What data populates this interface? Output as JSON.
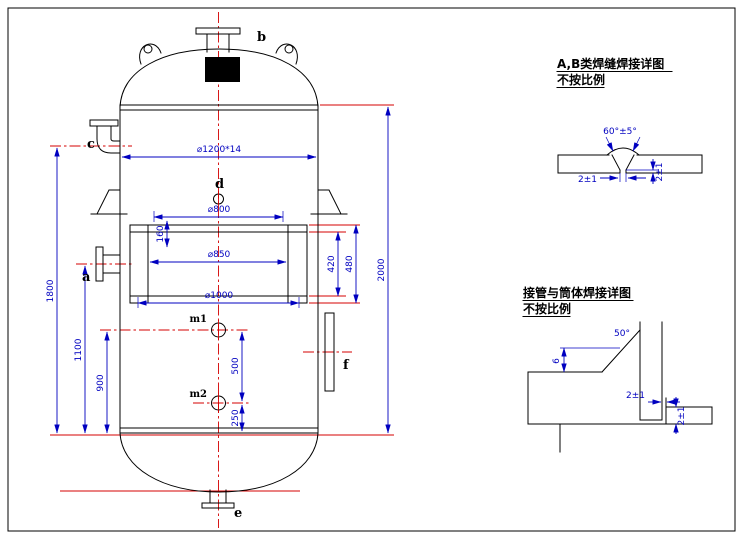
{
  "vessel": {
    "labels": {
      "a": "a",
      "b": "b",
      "c": "c",
      "d": "d",
      "e": "e",
      "f": "f",
      "m1": "m1",
      "m2": "m2"
    },
    "dims": {
      "shell_spec": "⌀1200*14",
      "dia_800": "⌀800",
      "dia_850": "⌀850",
      "dia_1000": "⌀1000",
      "len_160": "160",
      "len_420": "420",
      "len_480": "480",
      "len_500": "500",
      "len_250": "250",
      "len_900": "900",
      "len_1100": "1100",
      "len_1800": "1800",
      "len_2000": "2000"
    }
  },
  "detail_ab": {
    "title": "A,B类焊缝焊接详图",
    "note": "不按比例",
    "angle": "60°±5°",
    "root_gap": "2±1",
    "root_face": "2±1"
  },
  "detail_nozzle": {
    "title": "接管与筒体焊接详图",
    "note": "不按比例",
    "angle": "50°",
    "weld_leg": "6",
    "root_gap": "2±1",
    "root_face": "2±1"
  },
  "colors": {
    "outline": "#000000",
    "dimension": "#0000c0",
    "centerline": "#d40000"
  }
}
